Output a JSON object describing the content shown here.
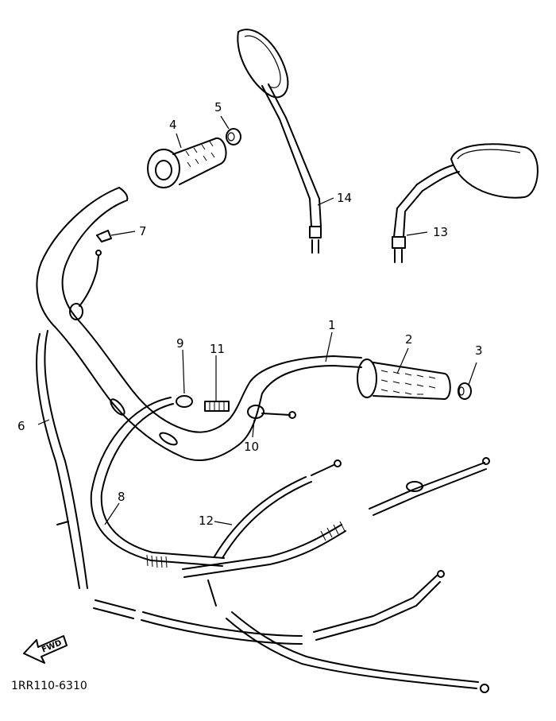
{
  "diagram": {
    "callouts": [
      "1",
      "2",
      "3",
      "4",
      "5",
      "6",
      "7",
      "8",
      "9",
      "10",
      "11",
      "12",
      "13",
      "14"
    ],
    "fwd_label": "FWD",
    "drawing_code": "1RR110-6310"
  }
}
